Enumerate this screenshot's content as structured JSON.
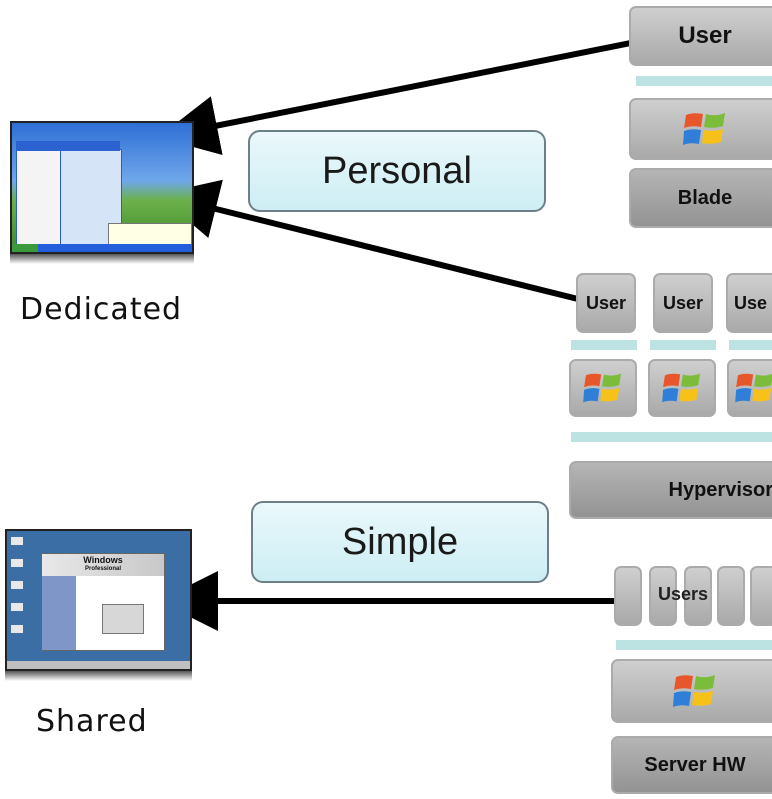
{
  "captions": {
    "personal": "Personal",
    "simple": "Simple"
  },
  "labels": {
    "dedicated": "Dedicated",
    "shared": "Shared"
  },
  "blade_stack": {
    "user": "User",
    "blade": "Blade",
    "os_icon": "windows-logo-icon"
  },
  "vm_stack": {
    "users": [
      "User",
      "User",
      "Use"
    ],
    "hypervisor": "Hypervisor",
    "os_icon": "windows-logo-icon"
  },
  "server_stack": {
    "users": "Users",
    "server_hw": "Server HW",
    "os_icon": "windows-logo-icon"
  },
  "screens": {
    "shared_logo_line1": "Windows",
    "shared_logo_line2": "Professional"
  },
  "colors": {
    "box_gray": "#b9b9b9",
    "bar_teal": "#bde2e2",
    "caption_fill": "#d9f2f7",
    "caption_border": "#6d7f87",
    "arrow": "#000000"
  }
}
